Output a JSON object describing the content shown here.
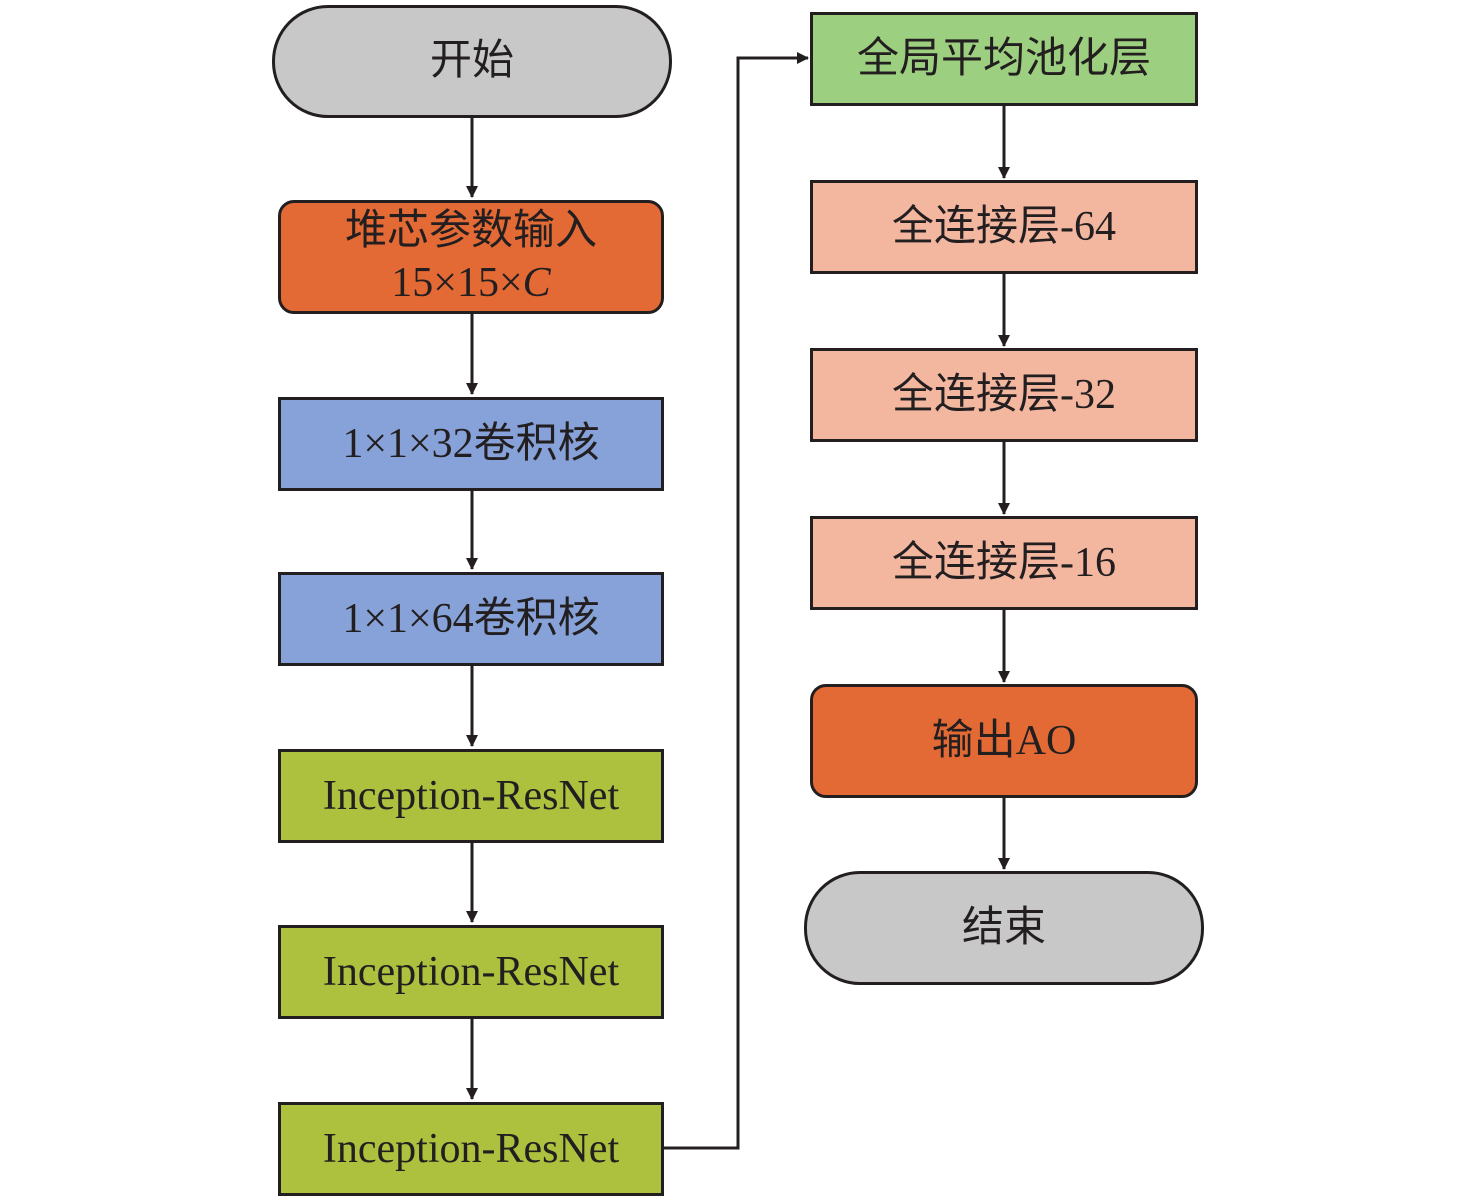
{
  "flowchart": {
    "start": "开始",
    "input": {
      "line1": "堆芯参数输入",
      "line2_prefix": "15×15×",
      "line2_var": "C"
    },
    "conv1": "1×1×32卷积核",
    "conv2": "1×1×64卷积核",
    "inception1": "Inception-ResNet",
    "inception2": "Inception-ResNet",
    "inception3": "Inception-ResNet",
    "gap": "全局平均池化层",
    "fc64": "全连接层-64",
    "fc32": "全连接层-32",
    "fc16": "全连接层-16",
    "output": "输出AO",
    "end": "结束"
  },
  "colors": {
    "terminal": "#c8c8c8",
    "input_output": "#e46a35",
    "conv": "#86a2d8",
    "inception": "#adc13e",
    "pooling": "#9dcf80",
    "fully_connected": "#f3b7a0",
    "stroke": "#231f20"
  }
}
